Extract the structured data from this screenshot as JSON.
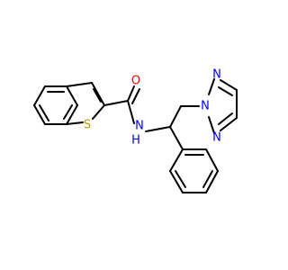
{
  "molecule": {
    "atom_labels": {
      "oxygen": "O",
      "sulfur": "S",
      "amide_nitrogen": "N",
      "amide_hydrogen": "H",
      "triazole_n_top": "N",
      "triazole_n_left": "N",
      "triazole_n_bottom": "N"
    },
    "colors": {
      "oxygen": "#ff0000",
      "sulfur": "#b2a100",
      "nitrogen": "#0000ff",
      "bond": "#000000",
      "background": "#ffffff"
    }
  }
}
